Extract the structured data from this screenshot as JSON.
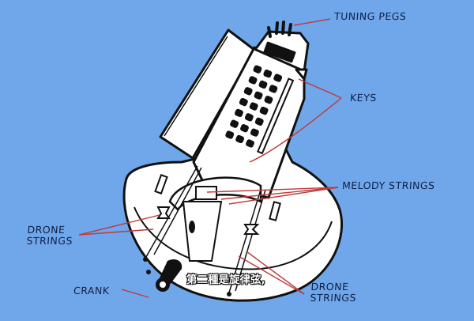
{
  "diagram": {
    "subject": "hurdy-gurdy",
    "background_color": "#6fa7ea",
    "ink_color": "#0f2046",
    "arrow_color": "#c0393b",
    "labels": {
      "tuning_pegs": "TUNING PEGS",
      "keys": "KEYS",
      "melody_strings": "MELODY STRINGS",
      "drone_strings_left": [
        "DRONE",
        "STRINGS"
      ],
      "crank": "CRANK",
      "drone_strings_right": [
        "DRONE",
        "STRINGS"
      ]
    },
    "subtitle": "第二種是旋律弦,"
  }
}
